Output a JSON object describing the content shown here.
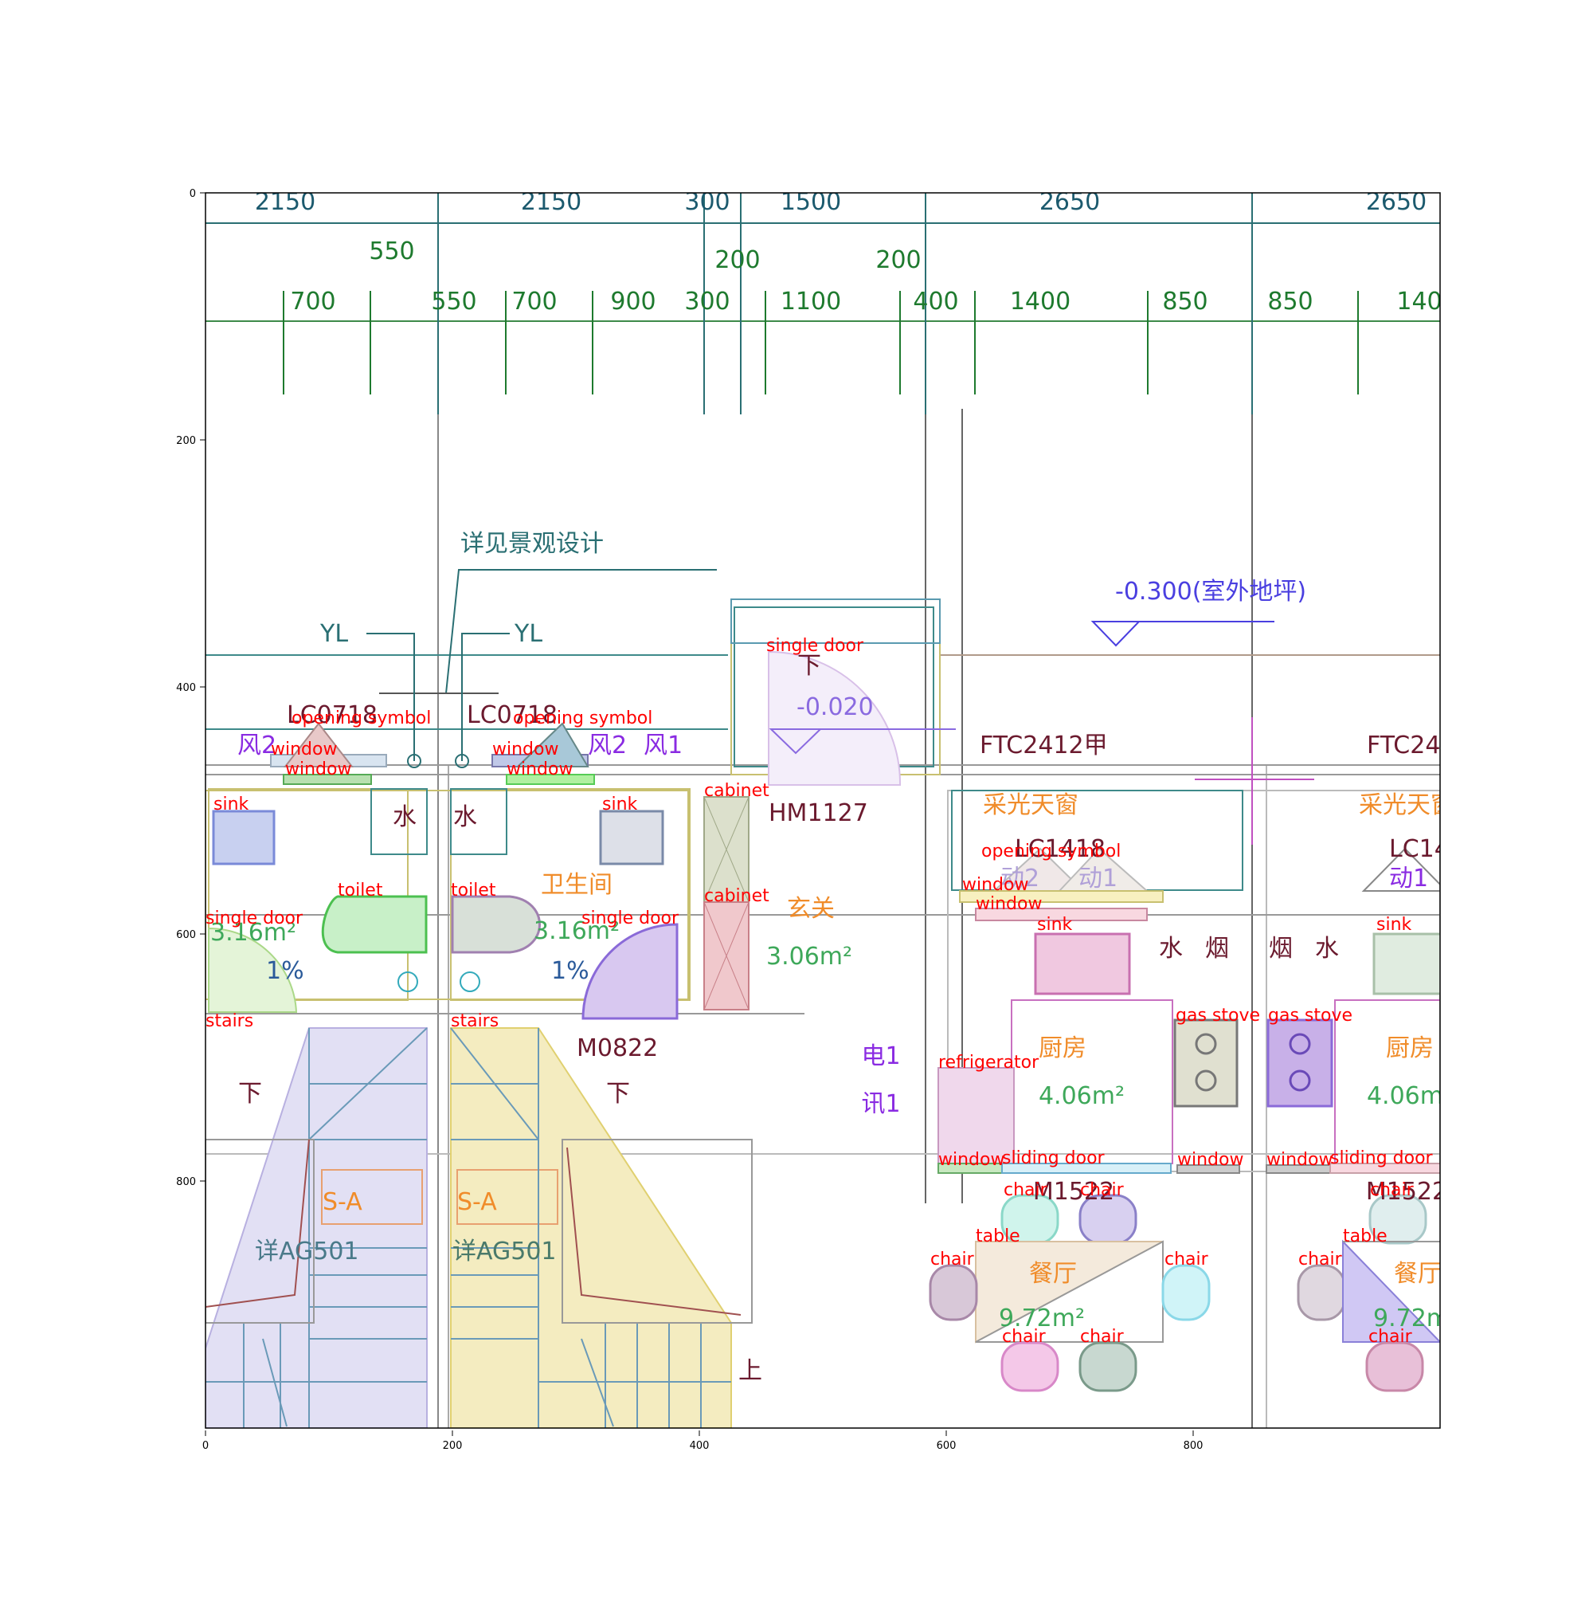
{
  "axes": {
    "x_ticks": [
      "0",
      "200",
      "400",
      "600",
      "800"
    ],
    "y_ticks": [
      "0",
      "200",
      "400",
      "600",
      "800"
    ]
  },
  "dimensions": {
    "top_row": [
      "2150",
      "2150",
      "300",
      "1500",
      "2650",
      "2650"
    ],
    "middle_row": [
      "550",
      "200",
      "200"
    ],
    "bottom_row": [
      "700",
      "550",
      "700",
      "900",
      "300",
      "1100",
      "400",
      "1400",
      "850",
      "850",
      "140"
    ]
  },
  "cad_text": {
    "landscape_note": "详见景观设计",
    "outdoor_level": "-0.300(室外地坪)",
    "yl_left": "YL",
    "yl_right": "YL",
    "lc0718_left": "LC0718",
    "lc0718_right": "LC0718",
    "feng2_left": "风2",
    "feng2_right": "风2",
    "feng1": "风1",
    "level_020": "-0.020",
    "xia_door": "下",
    "ftc_left": "FTC2412甲",
    "ftc_right": "FTC24",
    "hm1127": "HM1127",
    "skylight_left": "采光天窗",
    "skylight_right": "采光天窗",
    "lc1418_left": "LC1418",
    "lc14_right": "LC14",
    "dong1_left": "动1",
    "dong2": "动2",
    "dong1_right": "动1",
    "shui_left_1": "水",
    "shui_left_2": "水",
    "shui_right_1": "水",
    "yan_1": "烟",
    "yan_2": "烟",
    "shui_right_2": "水",
    "bathroom": "卫生间",
    "area_316_left": "3.16m²",
    "area_316_right": "3.16m²",
    "slope_left": "1%",
    "slope_right": "1%",
    "foyer": "玄关",
    "foyer_area": "3.06m²",
    "m0822": "M0822",
    "xia_left": "下",
    "xia_right": "下",
    "dian1": "电1",
    "xun1": "讯1",
    "kitchen_left": "厨房",
    "kitchen_left_area": "4.06m²",
    "kitchen_right": "厨房",
    "kitchen_right_area": "4.06m²",
    "sa_left": "S-A",
    "sa_right": "S-A",
    "ag501_left": "详AG501",
    "ag501_right": "详AG501",
    "m1522_left": "M1522",
    "m1522_right": "M1522",
    "dining_left": "餐厅",
    "dining_left_area": "9.72m²",
    "dining_right": "餐厅",
    "dining_right_area": "9.72m",
    "shang": "上"
  },
  "annotations": [
    {
      "label": "single door"
    },
    {
      "label": "opening symbol"
    },
    {
      "label": "opening symbol"
    },
    {
      "label": "window"
    },
    {
      "label": "window"
    },
    {
      "label": "window"
    },
    {
      "label": "window"
    },
    {
      "label": "sink"
    },
    {
      "label": "sink"
    },
    {
      "label": "cabinet"
    },
    {
      "label": "cabinet"
    },
    {
      "label": "toilet"
    },
    {
      "label": "toilet"
    },
    {
      "label": "single door"
    },
    {
      "label": "single door"
    },
    {
      "label": "opening symbol"
    },
    {
      "label": "window"
    },
    {
      "label": "window"
    },
    {
      "label": "sink"
    },
    {
      "label": "sink"
    },
    {
      "label": "stairs"
    },
    {
      "label": "stairs"
    },
    {
      "label": "gas stove"
    },
    {
      "label": "gas stove"
    },
    {
      "label": "refrigerator"
    },
    {
      "label": "window"
    },
    {
      "label": "sliding door"
    },
    {
      "label": "window"
    },
    {
      "label": "window"
    },
    {
      "label": "sliding door"
    },
    {
      "label": "chair"
    },
    {
      "label": "chair"
    },
    {
      "label": "chair"
    },
    {
      "label": "table"
    },
    {
      "label": "table"
    },
    {
      "label": "chair"
    },
    {
      "label": "chair"
    },
    {
      "label": "chair"
    },
    {
      "label": "chair"
    },
    {
      "label": "chair"
    },
    {
      "label": "chair"
    }
  ]
}
